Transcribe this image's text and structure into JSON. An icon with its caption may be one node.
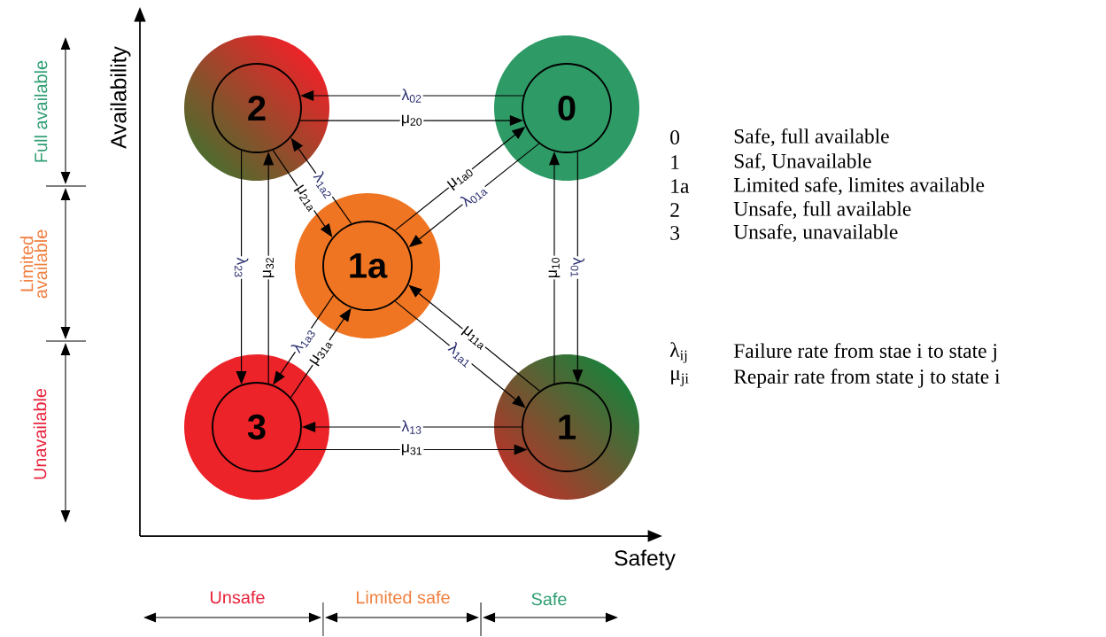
{
  "diagram": {
    "nodes": [
      {
        "text": [
          "2"
        ]
      },
      {
        "text": [
          "0"
        ]
      },
      {
        "text": [
          "1a"
        ]
      },
      {
        "text": [
          "3"
        ]
      },
      {
        "text": [
          "1"
        ]
      }
    ],
    "edges": [
      {
        "from": 1,
        "to": 0,
        "arrow": "to",
        "label": "λ$_{02}$"
      },
      {
        "from": 0,
        "to": 1,
        "arrow": "to",
        "label": "μ$_{20}$"
      },
      {
        "from": 0,
        "to": 3,
        "arrow": "to",
        "label": "λ$_{23}$"
      },
      {
        "from": 3,
        "to": 0,
        "arrow": "to",
        "label": "μ$_{32}$"
      },
      {
        "from": 0,
        "to": 2,
        "arrow": "to",
        "label": "μ$_{21a}$"
      },
      {
        "from": 2,
        "to": 0,
        "arrow": "to",
        "label": "λ$_{1a2}$"
      },
      {
        "from": 2,
        "to": 1,
        "arrow": "to",
        "label": "μ$_{1a0}$"
      },
      {
        "from": 1,
        "to": 2,
        "arrow": "to",
        "label": "λ$_{01a}$"
      },
      {
        "from": 4,
        "to": 1,
        "arrow": "to",
        "label": "μ$_{10}$"
      },
      {
        "from": 1,
        "to": 4,
        "arrow": "to",
        "label": "λ$_{01}$"
      },
      {
        "from": 2,
        "to": 3,
        "arrow": "to",
        "label": "λ$_{1a3}$"
      },
      {
        "from": 3,
        "to": 2,
        "arrow": "to",
        "label": "μ$_{31a}$"
      },
      {
        "from": 4,
        "to": 2,
        "arrow": "to",
        "label": "μ$_{11a}$"
      },
      {
        "from": 2,
        "to": 4,
        "arrow": "to",
        "label": "λ$_{1a1}$"
      },
      {
        "from": 4,
        "to": 3,
        "arrow": "to",
        "label": "λ$_{13}$"
      },
      {
        "from": 3,
        "to": 4,
        "arrow": "to",
        "label": "μ$_{31}$"
      }
    ],
    "labels": [
      "Availability",
      "Safety",
      "Full available",
      "Limited available",
      "Unavailable",
      "Unsafe",
      "Limited safe",
      "Safe",
      "0",
      "Safe, full available",
      "1",
      "Saf, Unavailable",
      "1a",
      "Limited safe, limites available",
      "2",
      "Unsafe, full available",
      "3",
      "Unsafe, unavailable",
      "λ$_{ij}$",
      "Failure rate from stae i to state j",
      "μ$_{ji}$",
      "Repair rate from state j to state i"
    ]
  }
}
